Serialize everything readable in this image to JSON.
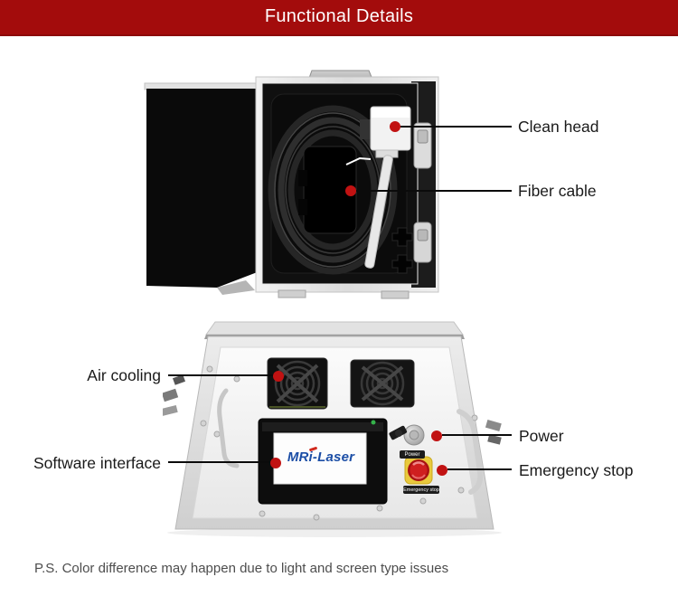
{
  "banner": {
    "title": "Functional Details",
    "bg_color": "#a30c0c",
    "text_color": "#ffffff"
  },
  "upper_photo": {
    "description": "open flight case with coiled fiber cable and laser clean head",
    "callouts": [
      {
        "label": "Clean head"
      },
      {
        "label": "Fiber cable"
      }
    ]
  },
  "lower_photo": {
    "description": "case interior with cooling fans, software screen, power key switch and emergency stop",
    "screen_logo": "MRi-Laser",
    "power_chip": "Power",
    "estop_chip": "Emergency stop",
    "callouts": [
      {
        "label": "Air cooling"
      },
      {
        "label": "Software interface"
      },
      {
        "label": "Power"
      },
      {
        "label": "Emergency stop"
      }
    ]
  },
  "footer": {
    "note": "P.S. Color difference may happen due to light and screen type issues"
  },
  "colors": {
    "banner_red": "#a30c0c",
    "callout_dot_red": "#c11212",
    "logo_blue": "#1c4ea6",
    "estop_red": "#cf1f1f",
    "estop_yellow": "#e9c93c"
  }
}
